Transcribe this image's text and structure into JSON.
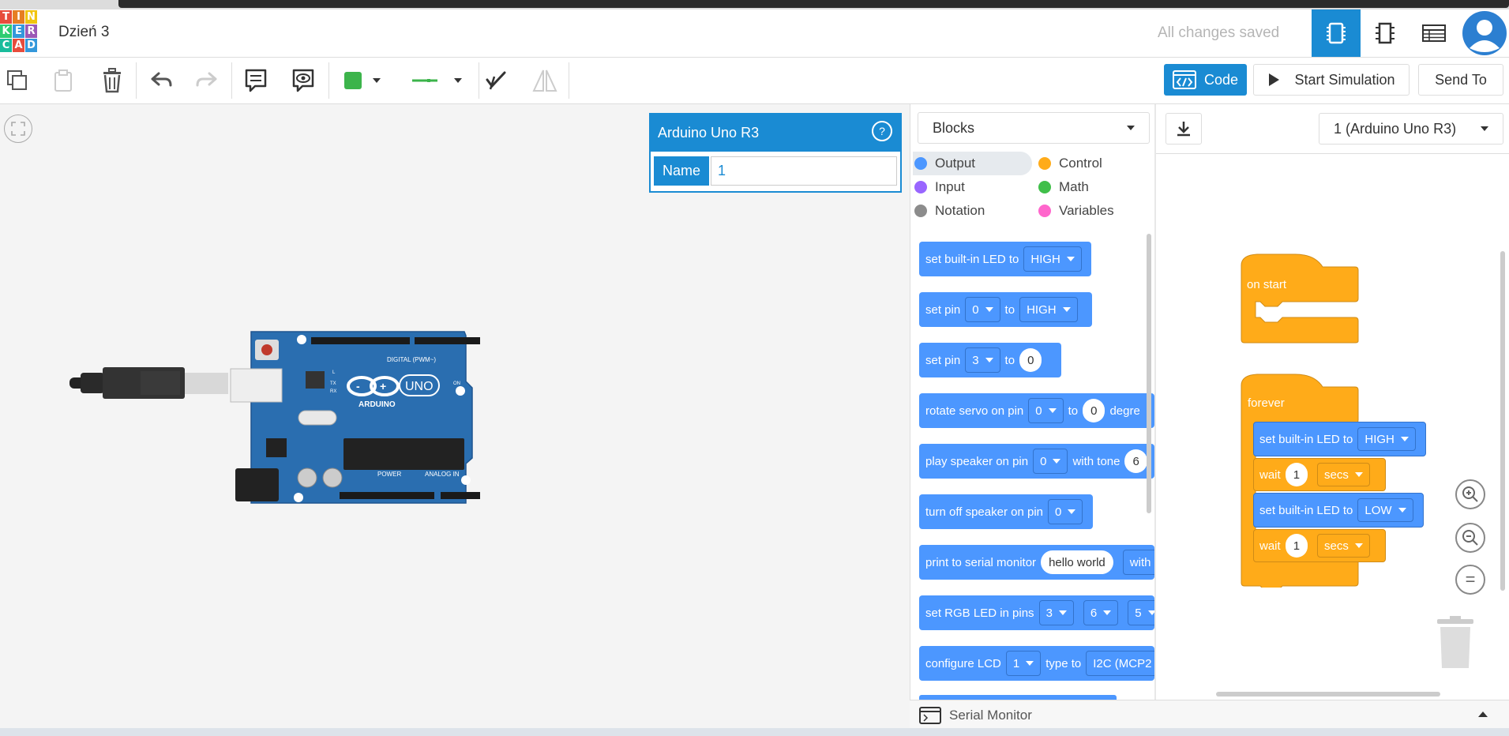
{
  "logo": {
    "letters": [
      "T",
      "I",
      "N",
      "K",
      "E",
      "R",
      "C",
      "A",
      "D"
    ],
    "colors": [
      "#e74c3c",
      "#e67e22",
      "#f1c40f",
      "#2ecc71",
      "#3498db",
      "#9b59b6",
      "#1abc9c",
      "#e74c3c",
      "#3498db"
    ]
  },
  "header": {
    "project_title": "Dzień 3",
    "save_status": "All changes saved"
  },
  "toolbar": {
    "code_label": "Code",
    "start_sim_label": "Start Simulation",
    "send_to_label": "Send To",
    "fill_color": "#3cb44b",
    "line_color": "#3cb44b"
  },
  "inspector": {
    "title": "Arduino Uno R3",
    "help": "?",
    "name_label": "Name",
    "name_value": "1"
  },
  "board": {
    "brand": "ARDUINO",
    "model": "UNO",
    "digital_label": "DIGITAL (PWM~)",
    "power_label": "POWER",
    "analog_label": "ANALOG IN",
    "on_label": "ON",
    "l_label": "L",
    "tx_label": "TX",
    "rx_label": "RX"
  },
  "blocks_panel": {
    "mode": "Blocks",
    "categories": [
      {
        "label": "Output",
        "color": "#4c97ff"
      },
      {
        "label": "Control",
        "color": "#ffab19"
      },
      {
        "label": "Input",
        "color": "#9966ff"
      },
      {
        "label": "Math",
        "color": "#40bf4a"
      },
      {
        "label": "Notation",
        "color": "#8c8c8c"
      },
      {
        "label": "Variables",
        "color": "#ff66cc"
      }
    ],
    "blocks": {
      "b1": {
        "text": "set built-in LED to",
        "dd": "HIGH"
      },
      "b2": {
        "t1": "set pin",
        "dd1": "0",
        "t2": "to",
        "dd2": "HIGH"
      },
      "b3": {
        "t1": "set pin",
        "dd1": "3",
        "t2": "to",
        "val": "0"
      },
      "b4": {
        "t1": "rotate servo on pin",
        "dd1": "0",
        "t2": "to",
        "val": "0",
        "t3": "degre"
      },
      "b5": {
        "t1": "play speaker on pin",
        "dd1": "0",
        "t2": "with tone",
        "val": "6"
      },
      "b6": {
        "t1": "turn off speaker on pin",
        "dd1": "0"
      },
      "b7": {
        "t1": "print to serial monitor",
        "val": "hello world",
        "t2": "with"
      },
      "b8": {
        "t1": "set RGB LED in pins",
        "dd1": "3",
        "dd2": "6",
        "dd3": "5"
      },
      "b9": {
        "t1": "configure LCD",
        "dd1": "1",
        "t2": "type to",
        "dd2": "I2C (MCP2"
      }
    }
  },
  "workspace": {
    "device_select": "1 (Arduino Uno R3)",
    "on_start": "on start",
    "forever": "forever",
    "s1": {
      "text": "set built-in LED to",
      "dd": "HIGH"
    },
    "w1": {
      "text": "wait",
      "val": "1",
      "unit": "secs"
    },
    "s2": {
      "text": "set built-in LED to",
      "dd": "LOW"
    },
    "w2": {
      "text": "wait",
      "val": "1",
      "unit": "secs"
    },
    "zoom_reset": "="
  },
  "serial": {
    "label": "Serial Monitor"
  }
}
